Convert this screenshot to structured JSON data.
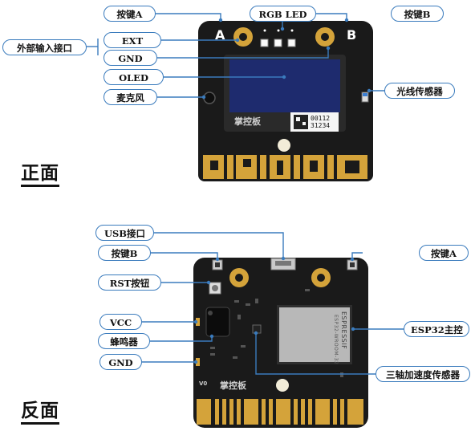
{
  "front": {
    "heading": "正面",
    "callouts": {
      "button_a": "按键A",
      "rgb_led": "RGB LED",
      "button_b": "按键B",
      "external_interface": "外部输入接口",
      "ext": "EXT",
      "gnd": "GND",
      "oled": "OLED",
      "microphone": "麦克风",
      "light_sensor": "光线传感器"
    },
    "silk_a": "A",
    "silk_b": "B",
    "brand": "掌控板",
    "serial_top": "00112",
    "serial_bottom": "31234"
  },
  "back": {
    "heading": "反面",
    "callouts": {
      "usb": "USB接口",
      "button_b": "按键B",
      "button_a": "按键A",
      "rst": "RST按钮",
      "vcc": "VCC",
      "buzzer": "蜂鸣器",
      "gnd": "GND",
      "esp32": "ESP32主控",
      "accelerometer": "三轴加速度传感器"
    },
    "module_brand": "ESPRESSIF",
    "module_model": "ESP32-WROOM-32",
    "brand": "掌控板",
    "silk_v": "V0"
  },
  "colors": {
    "pcb": "#1a1a1a",
    "gold": "#d4a33a",
    "callout_border": "#3a7bbd",
    "leader": "#3a7bbd",
    "oled_screen": "#1e2b6e"
  }
}
